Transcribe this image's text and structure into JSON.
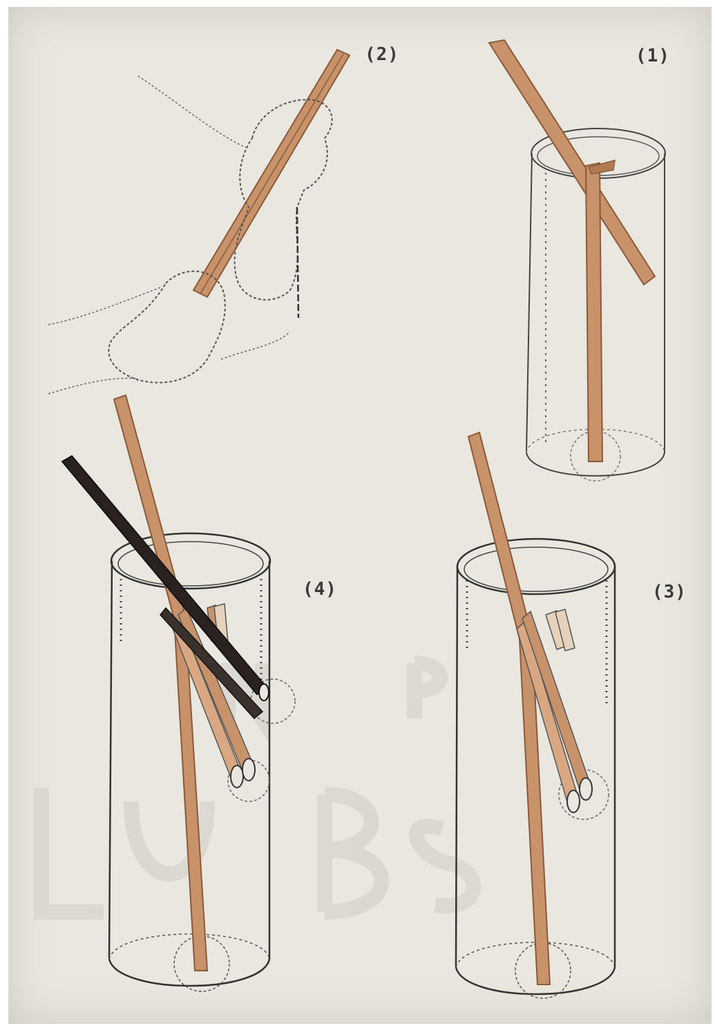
{
  "labels": {
    "step_1": "(1)",
    "step_2": "(2)",
    "step_3": "(3)",
    "step_4": "(4)"
  },
  "colors": {
    "paper": "#e9e7df",
    "stick": "#c8926a",
    "stick_dark": "#2a2220",
    "outline": "#333333",
    "watermark": "#c9c7c0"
  },
  "figures": [
    {
      "step": 2,
      "content": "hand-splitting-stick"
    },
    {
      "step": 1,
      "content": "vase-with-crossbar"
    },
    {
      "step": 4,
      "content": "vase-with-branches-and-dark-stem"
    },
    {
      "step": 3,
      "content": "vase-with-branches"
    }
  ]
}
